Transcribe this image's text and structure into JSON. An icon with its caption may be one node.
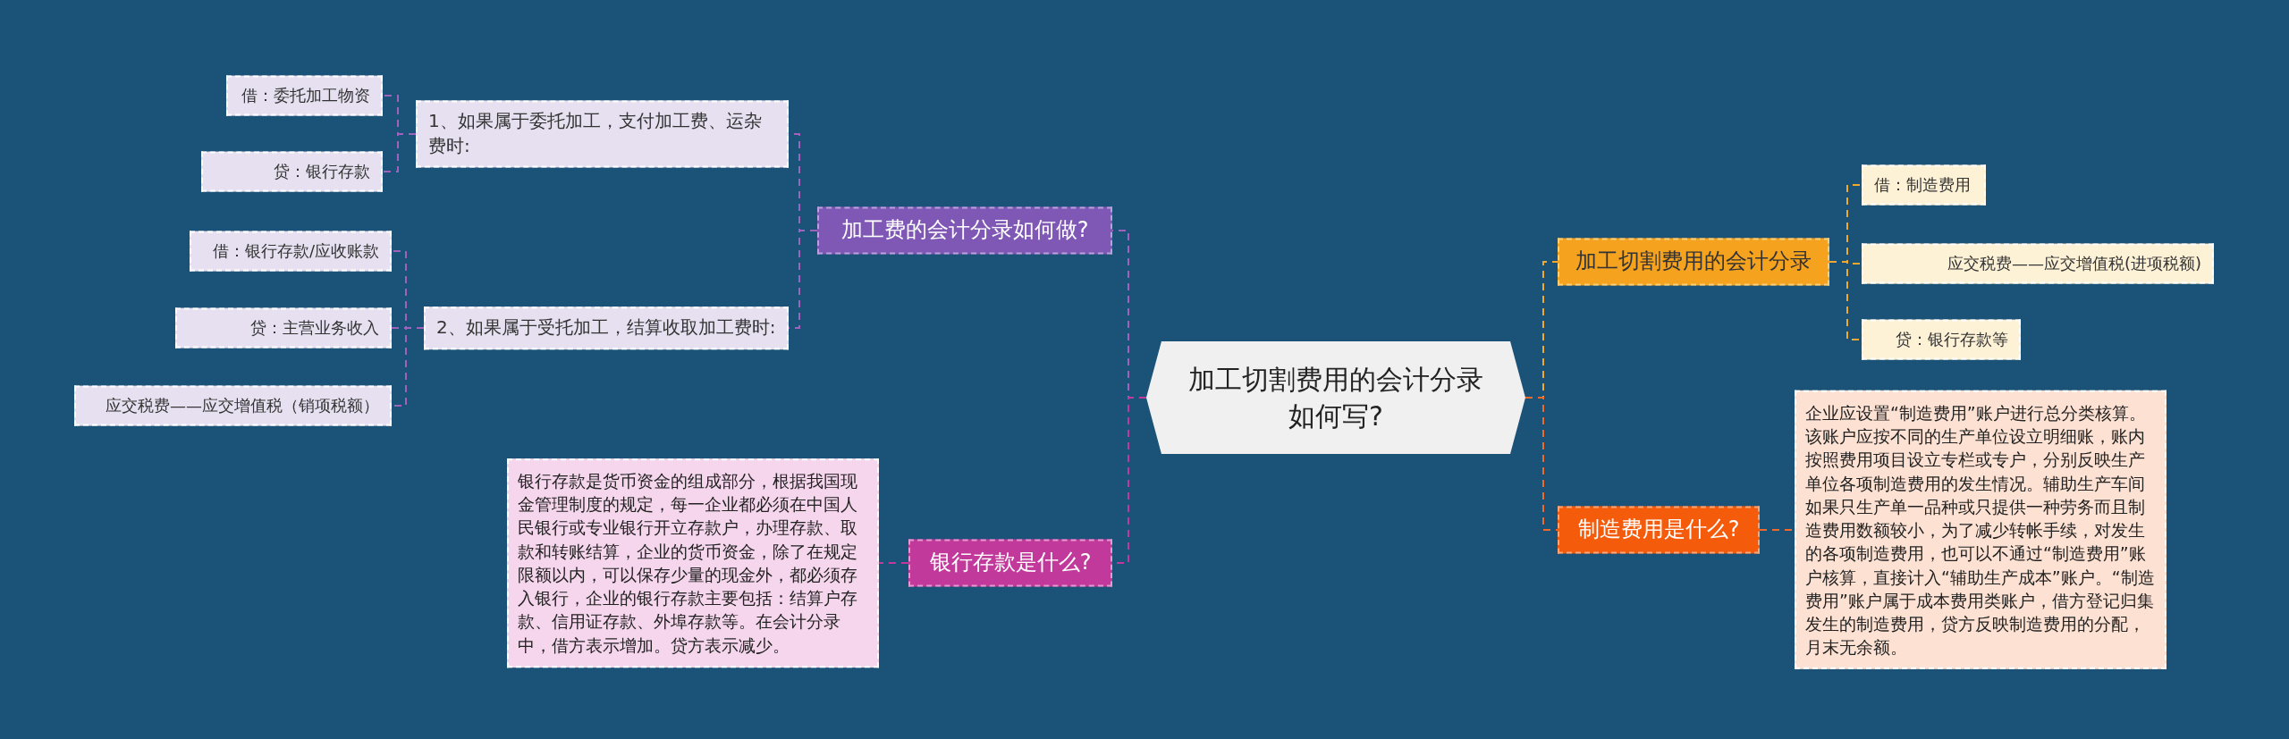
{
  "diagram": {
    "nodes": [
      {
        "text": [
          "加工切割费用的会计分录如何写?"
        ]
      },
      {
        "text": [
          "加工费的会计分录如何做?"
        ]
      },
      {
        "text": [
          "1、如果属于委托加工，支付加工费、运杂费时:"
        ]
      },
      {
        "text": [
          "借：委托加工物资"
        ]
      },
      {
        "text": [
          "贷：银行存款"
        ]
      },
      {
        "text": [
          "2、如果属于受托加工，结算收取加工费时:"
        ]
      },
      {
        "text": [
          "借：银行存款/应收账款"
        ]
      },
      {
        "text": [
          "贷：主营业务收入"
        ]
      },
      {
        "text": [
          "应交税费——应交增值税（销项税额）"
        ]
      },
      {
        "text": [
          "银行存款是什么?"
        ]
      },
      {
        "text": [
          "银行存款是货币资金的组成部分，根据我国现金管理制度的规定，每一企业都必须在中国人民银行或专业银行开立存款户，办理存款、取款和转账结算，企业的货币资金，除了在规定限额以内，可以保存少量的现金外，都必须存入银行，企业的银行存款主要包括：结算户存款、信用证存款、外埠存款等。在会计分录中，借方表示增加。贷方表示减少。"
        ]
      },
      {
        "text": [
          "加工切割费用的会计分录"
        ]
      },
      {
        "text": [
          "借：制造费用"
        ]
      },
      {
        "text": [
          "应交税费——应交增值税(进项税额)"
        ]
      },
      {
        "text": [
          "贷：银行存款等"
        ]
      },
      {
        "text": [
          "制造费用是什么?"
        ]
      },
      {
        "text": [
          "企业应设置“制造费用”账户进行总分类核算。该账户应按不同的生产单位设立明细账，账内按照费用项目设立专栏或专户，分别反映生产单位各项制造费用的发生情况。辅助生产车间如果只生产单一品种或只提供一种劳务而且制造费用数额较小，为了减少转帐手续，对发生的各项制造费用，也可以不通过“制造费用”账户核算，直接计入“辅助生产成本”账户。“制造费用”账户属于成本费用类账户，借方登记归集发生的制造费用，贷方反映制造费用的分配，月末无余额。"
        ]
      }
    ],
    "edges": [
      {
        "from": 0,
        "to": 1,
        "arrow": "none",
        "style": "dashed"
      },
      {
        "from": 1,
        "to": 2,
        "arrow": "none",
        "style": "dashed"
      },
      {
        "from": 2,
        "to": 3,
        "arrow": "none",
        "style": "dashed"
      },
      {
        "from": 2,
        "to": 4,
        "arrow": "none",
        "style": "dashed"
      },
      {
        "from": 1,
        "to": 5,
        "arrow": "none",
        "style": "dashed"
      },
      {
        "from": 5,
        "to": 6,
        "arrow": "none",
        "style": "dashed"
      },
      {
        "from": 5,
        "to": 7,
        "arrow": "none",
        "style": "dashed"
      },
      {
        "from": 5,
        "to": 8,
        "arrow": "none",
        "style": "dashed"
      },
      {
        "from": 0,
        "to": 9,
        "arrow": "none",
        "style": "dashed",
        "color": "#c2399c"
      },
      {
        "from": 9,
        "to": 10,
        "arrow": "none",
        "style": "dashed",
        "color": "#c2399c"
      },
      {
        "from": 0,
        "to": 11,
        "arrow": "none",
        "style": "dashed",
        "color": "#f0a92e"
      },
      {
        "from": 11,
        "to": 12,
        "arrow": "none",
        "style": "dashed",
        "color": "#f0a92e"
      },
      {
        "from": 11,
        "to": 13,
        "arrow": "none",
        "style": "dashed",
        "color": "#f0a92e"
      },
      {
        "from": 11,
        "to": 14,
        "arrow": "none",
        "style": "dashed",
        "color": "#f0a92e"
      },
      {
        "from": 0,
        "to": 15,
        "arrow": "none",
        "style": "dashed",
        "color": "#ef6a2a"
      },
      {
        "from": 15,
        "to": 16,
        "arrow": "none",
        "style": "dashed",
        "color": "#ef6a2a"
      }
    ]
  }
}
